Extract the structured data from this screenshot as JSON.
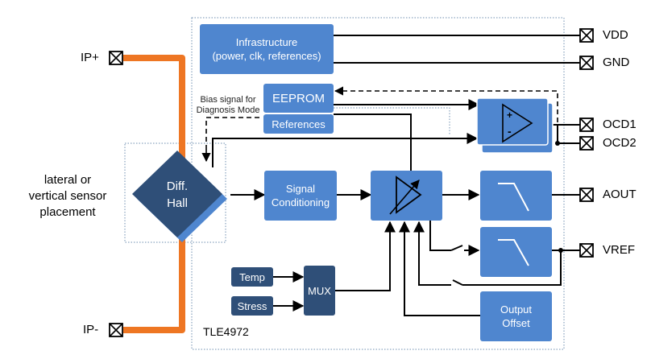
{
  "blocks": {
    "infrastructure": {
      "line1": "Infrastructure",
      "line2": "(power, clk, references)"
    },
    "eeprom": "EEPROM",
    "references": "References",
    "diff_hall": {
      "line1": "Diff.",
      "line2": "Hall"
    },
    "signal_conditioning": {
      "line1": "Signal",
      "line2": "Conditioning"
    },
    "temp": "Temp",
    "stress": "Stress",
    "mux": "MUX",
    "output_offset": {
      "line1": "Output",
      "line2": "Offset"
    }
  },
  "labels": {
    "bias_signal": {
      "line1": "Bias signal for",
      "line2": "Diagnosis Mode"
    },
    "sensor_placement": {
      "line1": "lateral or",
      "line2": "vertical sensor",
      "line3": "placement"
    },
    "chip_name": "TLE4972"
  },
  "pins": {
    "ip_plus": "IP+",
    "ip_minus": "IP-",
    "vdd": "VDD",
    "gnd": "GND",
    "ocd1": "OCD1",
    "ocd2": "OCD2",
    "aout": "AOUT",
    "vref": "VREF"
  },
  "colors": {
    "block": "#4f86cf",
    "dark_block": "#2f4f78",
    "busbar": "#ee7623"
  }
}
